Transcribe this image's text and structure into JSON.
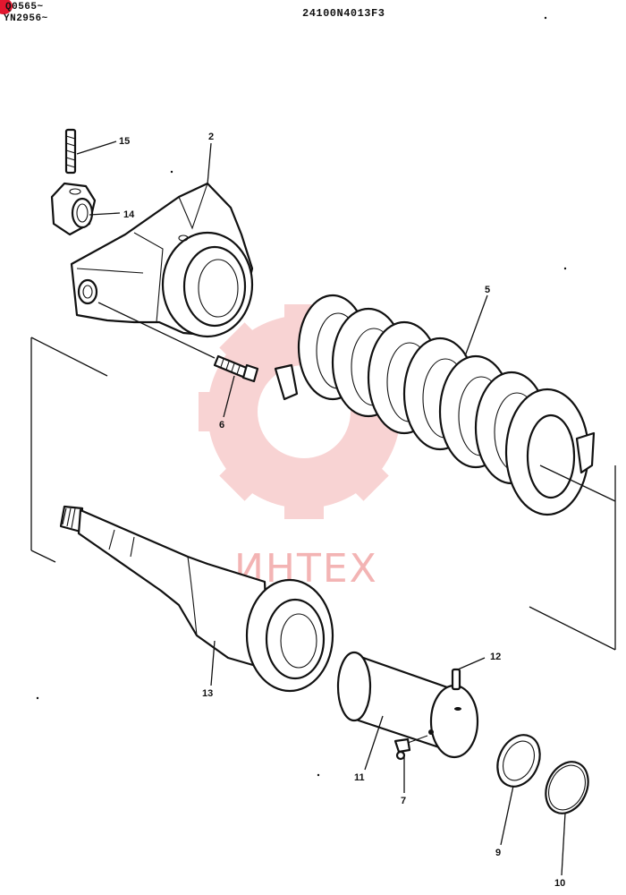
{
  "header": {
    "serial_left_1": "Q0565~",
    "serial_left_2": "YN2956~",
    "document_code": "24100N4013F3"
  },
  "watermark": {
    "text": "ИНТЕХ",
    "color": "#f3b4b4"
  },
  "callouts": [
    {
      "id": "2",
      "label": "2"
    },
    {
      "id": "5",
      "label": "5"
    },
    {
      "id": "6",
      "label": "6"
    },
    {
      "id": "7",
      "label": "7"
    },
    {
      "id": "9",
      "label": "9"
    },
    {
      "id": "10",
      "label": "10"
    },
    {
      "id": "11",
      "label": "11"
    },
    {
      "id": "12",
      "label": "12"
    },
    {
      "id": "13",
      "label": "13"
    },
    {
      "id": "14",
      "label": "14"
    },
    {
      "id": "15",
      "label": "15"
    }
  ],
  "colors": {
    "ink": "#111111",
    "brand_red": "#e2172f"
  }
}
